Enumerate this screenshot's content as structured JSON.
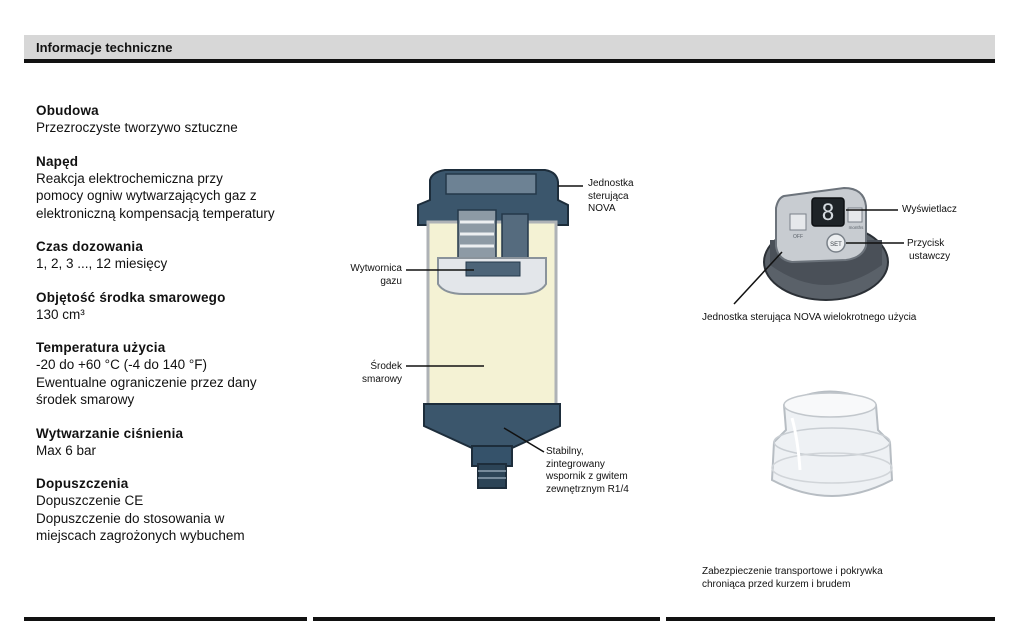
{
  "header": {
    "title": "Informacje techniczne"
  },
  "specs": [
    {
      "title": "Obudowa",
      "lines": [
        "Przezroczyste tworzywo sztuczne"
      ]
    },
    {
      "title": "Napęd",
      "lines": [
        "Reakcja elektrochemiczna przy",
        "pomocy ogniw wytwarzających gaz z",
        "elektroniczną kompensacją temperatury"
      ]
    },
    {
      "title": "Czas dozowania",
      "lines": [
        "1, 2, 3 ..., 12 miesięcy"
      ]
    },
    {
      "title": "Objętość środka smarowego",
      "lines": [
        "130 cm³"
      ]
    },
    {
      "title": "Temperatura użycia",
      "lines": [
        "-20 do +60 °C (-4 do 140 °F)",
        "Ewentualne ograniczenie przez dany",
        "środek smarowy"
      ]
    },
    {
      "title": "Wytwarzanie ciśnienia",
      "lines": [
        "Max 6 bar"
      ]
    },
    {
      "title": "Dopuszczenia",
      "lines": [
        "Dopuszczenie CE",
        "Dopuszczenie do stosowania w",
        "miejscach zagrożonych wybuchem"
      ]
    }
  ],
  "diagram": {
    "label_control_unit": [
      "Jednostka",
      "sterująca",
      "NOVA"
    ],
    "label_gas_generator": [
      "Wytwornica",
      "gazu"
    ],
    "label_lubricant": [
      "Środek",
      "smarowy"
    ],
    "label_mount": [
      "Stabilny,",
      "zintegrowany",
      "wspornik z gwitem",
      "zewnętrznym R1/4"
    ]
  },
  "control_unit": {
    "label_display": "Wyświetlacz",
    "label_button": [
      "Przycisk",
      "ustawczy"
    ],
    "caption": "Jednostka sterująca NOVA wielokrotnego użycia",
    "display_digit": "8",
    "button_text": "SET",
    "off_text": "OFF",
    "months_text": "months"
  },
  "cover": {
    "caption": [
      "Zabezpieczenie transportowe i pokrywka",
      "chroniąca przed kurzem i brudem"
    ]
  },
  "colors": {
    "header_bg": "#d7d7d7",
    "rule": "#111111",
    "housing": "#35526a",
    "lubricant": "#f4f2d4"
  }
}
